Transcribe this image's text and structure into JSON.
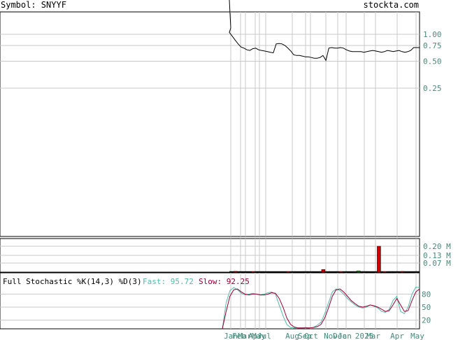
{
  "header": {
    "symbol_label": "Symbol: SNYYF",
    "site": "stockta.com"
  },
  "stochastic": {
    "title": "Full Stochastic %K(14,3) %D(3)",
    "fast_label": "Fast: 95.72",
    "slow_label": "Slow: 92.25"
  },
  "colors": {
    "price_line": "#000000",
    "volume_bar": "#cc0000",
    "volume_bar_green": "#009900",
    "fast_line": "#55bbaa",
    "slow_line": "#990033",
    "grid": "#c8c8c8",
    "axis_text": "#4a8a7a",
    "header_text": "#555555"
  },
  "chart_data": [
    {
      "type": "line",
      "panel": "price",
      "y_scale": "log",
      "y_ticks": [
        1.0,
        0.75,
        0.5,
        0.25
      ],
      "y_tick_labels": [
        "1.00",
        "0.75",
        "0.50",
        "0.25"
      ],
      "x_month_labels": [
        "Jan",
        "Feb",
        "Mar",
        "Apr",
        "May",
        "Jul",
        "Aug",
        "Sep",
        "Oct",
        "Nov",
        "Dec",
        "Jan",
        "2025",
        "Mar",
        "Apr",
        "May"
      ],
      "series": [
        {
          "values": [
            1.05,
            0.95,
            0.86,
            0.78,
            0.72,
            0.7,
            0.67,
            0.66,
            0.69,
            0.7,
            0.67,
            0.66,
            0.65,
            0.64,
            0.63,
            0.62,
            0.78,
            0.79,
            0.78,
            0.75,
            0.7,
            0.65,
            0.59,
            0.58,
            0.58,
            0.57,
            0.56,
            0.56,
            0.55,
            0.54,
            0.54,
            0.55,
            0.58,
            0.51,
            0.7,
            0.71,
            0.7,
            0.7,
            0.71,
            0.7,
            0.67,
            0.65,
            0.64,
            0.64,
            0.64,
            0.64,
            0.63,
            0.64,
            0.65,
            0.66,
            0.65,
            0.64,
            0.63,
            0.64,
            0.66,
            0.65,
            0.64,
            0.65,
            0.66,
            0.64,
            0.63,
            0.64,
            0.66,
            0.71,
            0.71,
            0.71
          ]
        }
      ]
    },
    {
      "type": "bar",
      "panel": "volume",
      "y_ticks": [
        0.2,
        0.13,
        0.07
      ],
      "y_tick_labels": [
        "0.20 M",
        "0.13 M",
        "0.07 M"
      ],
      "unit": "M",
      "bars": [
        {
          "i": 2,
          "value": 0.006
        },
        {
          "i": 8,
          "value": 0.004
        },
        {
          "i": 20,
          "value": 0.004
        },
        {
          "i": 32,
          "value": 0.02
        },
        {
          "i": 38,
          "value": 0.004
        },
        {
          "i": 44,
          "value": 0.01,
          "color": "green"
        },
        {
          "i": 51,
          "value": 0.2
        },
        {
          "i": 53,
          "value": 0.004
        },
        {
          "i": 59,
          "value": 0.005
        }
      ]
    },
    {
      "type": "line",
      "panel": "stochastic",
      "y_ticks": [
        80,
        50,
        20
      ],
      "y_tick_labels": [
        "80",
        "50",
        "20"
      ],
      "series": [
        {
          "name": "Fast",
          "values": [
            0,
            60,
            88,
            95,
            90,
            82,
            78,
            80,
            82,
            80,
            78,
            80,
            83,
            85,
            80,
            55,
            30,
            10,
            3,
            2,
            2,
            2,
            3,
            2,
            3,
            8,
            15,
            35,
            60,
            85,
            92,
            88,
            80,
            70,
            62,
            55,
            50,
            48,
            50,
            55,
            52,
            48,
            40,
            38,
            45,
            65,
            75,
            40,
            35,
            50,
            80,
            96,
            95
          ]
        },
        {
          "name": "Slow",
          "values": [
            0,
            40,
            75,
            90,
            92,
            85,
            80,
            78,
            80,
            80,
            78,
            78,
            80,
            83,
            82,
            70,
            50,
            25,
            10,
            4,
            2,
            2,
            2,
            2,
            3,
            5,
            10,
            25,
            48,
            75,
            90,
            92,
            85,
            75,
            65,
            58,
            52,
            50,
            52,
            55,
            53,
            50,
            45,
            40,
            42,
            55,
            70,
            55,
            40,
            42,
            65,
            85,
            92
          ]
        }
      ]
    }
  ]
}
